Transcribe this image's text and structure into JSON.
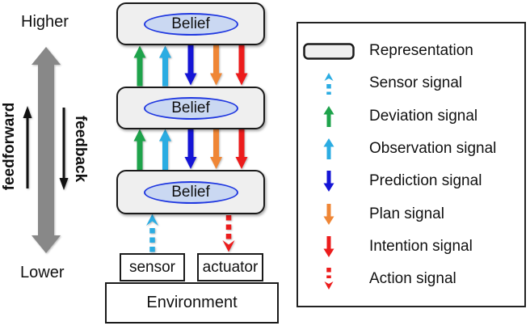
{
  "figure": {
    "hierarchy": {
      "top_label": "Higher",
      "bottom_label": "Lower",
      "feedforward_label": "feedforward",
      "feedback_label": "feedback"
    },
    "levels": [
      {
        "label": "Belief"
      },
      {
        "label": "Belief"
      },
      {
        "label": "Belief"
      }
    ],
    "sensor_label": "sensor",
    "actuator_label": "actuator",
    "environment_label": "Environment"
  },
  "signals": {
    "up": [
      "Deviation signal",
      "Observation signal"
    ],
    "down": [
      "Prediction signal",
      "Plan signal",
      "Intention signal"
    ],
    "sensor_to_belief": "Sensor signal",
    "belief_to_actuator": "Action signal"
  },
  "legend": {
    "items": [
      {
        "label": "Representation",
        "icon": "representation-icon"
      },
      {
        "label": "Sensor signal",
        "icon": "sensor-signal-icon"
      },
      {
        "label": "Deviation signal",
        "icon": "deviation-signal-icon"
      },
      {
        "label": "Observation signal",
        "icon": "observation-signal-icon"
      },
      {
        "label": "Prediction signal",
        "icon": "prediction-signal-icon"
      },
      {
        "label": "Plan signal",
        "icon": "plan-signal-icon"
      },
      {
        "label": "Intention signal",
        "icon": "intention-signal-icon"
      },
      {
        "label": "Action signal",
        "icon": "action-signal-icon"
      }
    ]
  },
  "colors": {
    "green": "#1ea34b",
    "cyan": "#2bace2",
    "blue": "#1515d6",
    "orange": "#ef8636",
    "red": "#ec1c1c",
    "gray": "#888888",
    "box_fill": "#efefef",
    "box_border": "#1a1a1a",
    "ellipse_fill": "#cad8f2",
    "ellipse_border": "#2038e0"
  }
}
